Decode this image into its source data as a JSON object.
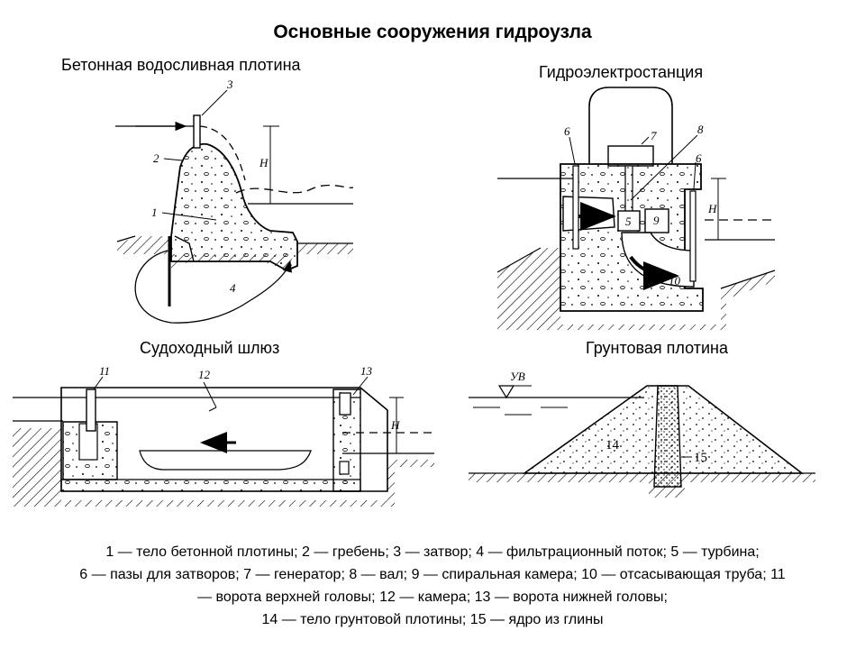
{
  "title": "Основные сооружения гидроузла",
  "panels": {
    "dam": {
      "title": "Бетонная водосливная плотина",
      "labels": {
        "n1": "1",
        "n2": "2",
        "n3": "3",
        "n4": "4",
        "h": "H"
      }
    },
    "hpp": {
      "title": "Гидроэлектростанция",
      "labels": {
        "n5": "5",
        "n6a": "6",
        "n6b": "6",
        "n7": "7",
        "n8": "8",
        "n9": "9",
        "n10": "10",
        "h": "H"
      }
    },
    "lock": {
      "title": "Судоходный шлюз",
      "labels": {
        "n11": "11",
        "n12": "12",
        "n13": "13",
        "h": "H"
      }
    },
    "earth": {
      "title": "Грунтовая плотина",
      "labels": {
        "uv": "УВ",
        "n14": "14",
        "n15": "15"
      }
    }
  },
  "legend": {
    "line1": "1 — тело бетонной плотины; 2 — гребень; 3 — затвор; 4 — фильтрационный поток; 5 — турбина;",
    "line2": "6 — пазы для затворов; 7 — генератор; 8 — вал; 9 — спиральная камера; 10 — отсасывающая труба; 11",
    "line3": "— ворота верхней головы; 12 — камера; 13 — ворота нижней головы;",
    "line4": "14 — тело грунтовой плотины;  15 — ядро из глины"
  },
  "colors": {
    "ink": "#000000",
    "background": "#ffffff",
    "concrete": "#ffffff"
  }
}
